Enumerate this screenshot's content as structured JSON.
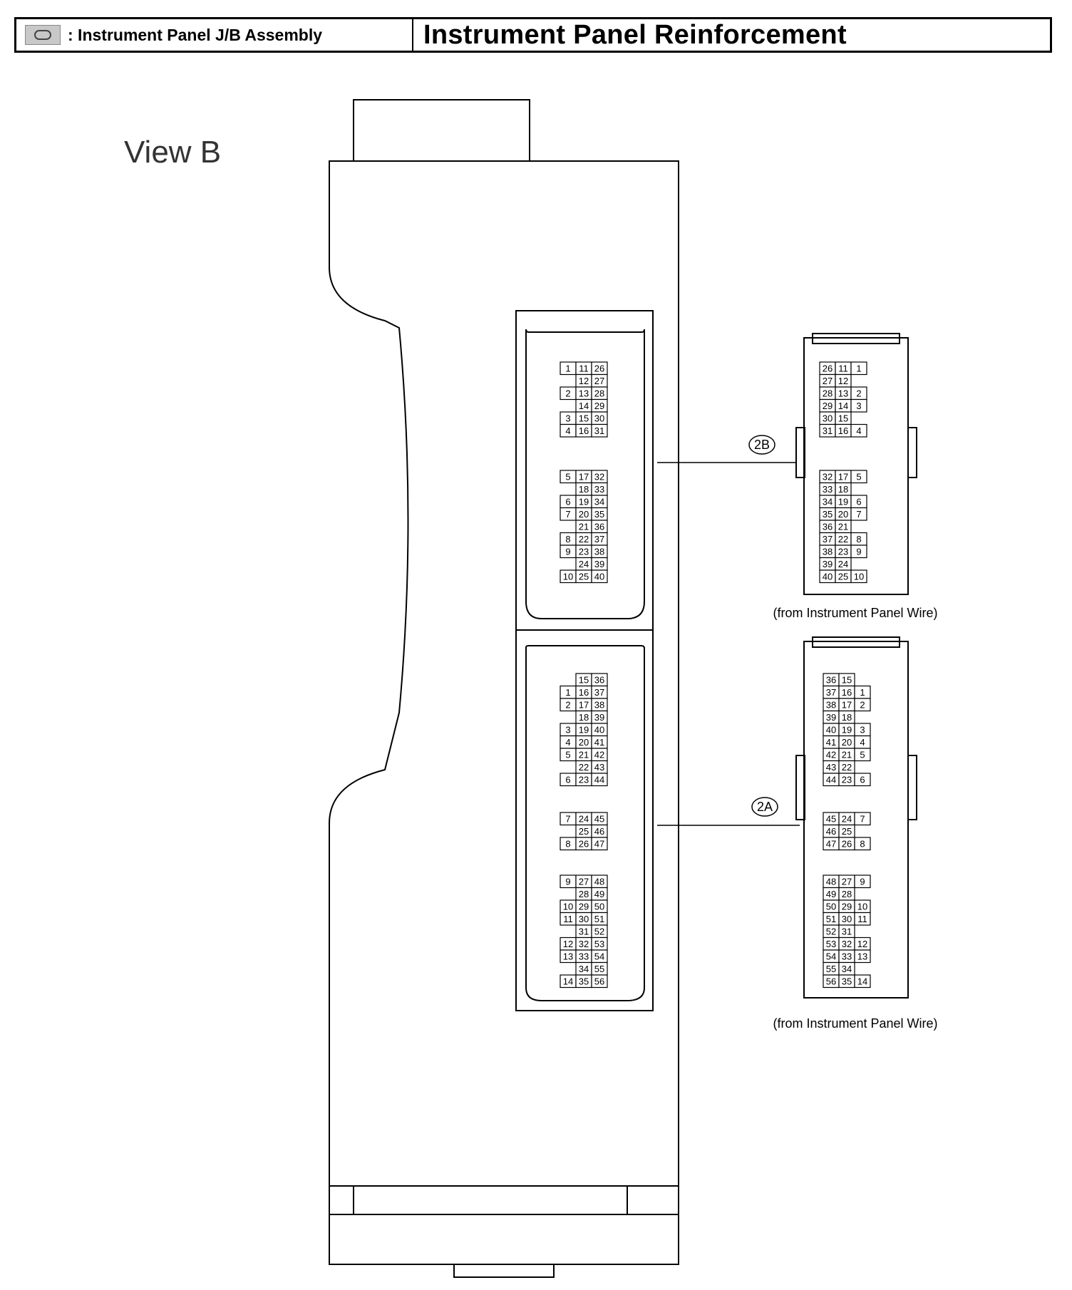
{
  "header": {
    "legend_symbol": "junction-block-symbol",
    "legend_label": ": Instrument Panel J/B Assembly",
    "title": "Instrument Panel Reinforcement"
  },
  "view_label": "View B",
  "connectors": [
    {
      "id": "2B",
      "code": "2B",
      "source_note": "(from Instrument Panel Wire)",
      "jb_groups": [
        {
          "rows": [
            [
              "1",
              "11",
              "26"
            ],
            [
              "",
              "12",
              "27"
            ],
            [
              "2",
              "13",
              "28"
            ],
            [
              "",
              "14",
              "29"
            ],
            [
              "3",
              "15",
              "30"
            ],
            [
              "4",
              "16",
              "31"
            ]
          ]
        },
        {
          "rows": [
            [
              "5",
              "17",
              "32"
            ],
            [
              "",
              "18",
              "33"
            ],
            [
              "6",
              "19",
              "34"
            ],
            [
              "7",
              "20",
              "35"
            ],
            [
              "",
              "21",
              "36"
            ],
            [
              "8",
              "22",
              "37"
            ],
            [
              "9",
              "23",
              "38"
            ],
            [
              "",
              "24",
              "39"
            ],
            [
              "10",
              "25",
              "40"
            ]
          ]
        }
      ],
      "wire_groups": [
        {
          "rows": [
            [
              "26",
              "11",
              "1"
            ],
            [
              "27",
              "12",
              ""
            ],
            [
              "28",
              "13",
              "2"
            ],
            [
              "29",
              "14",
              "3"
            ],
            [
              "30",
              "15",
              ""
            ],
            [
              "31",
              "16",
              "4"
            ]
          ]
        },
        {
          "rows": [
            [
              "32",
              "17",
              "5"
            ],
            [
              "33",
              "18",
              ""
            ],
            [
              "34",
              "19",
              "6"
            ],
            [
              "35",
              "20",
              "7"
            ],
            [
              "36",
              "21",
              ""
            ],
            [
              "37",
              "22",
              "8"
            ],
            [
              "38",
              "23",
              "9"
            ],
            [
              "39",
              "24",
              ""
            ],
            [
              "40",
              "25",
              "10"
            ]
          ]
        }
      ]
    },
    {
      "id": "2A",
      "code": "2A",
      "source_note": "(from Instrument Panel Wire)",
      "jb_groups": [
        {
          "rows": [
            [
              "",
              "15",
              "36"
            ],
            [
              "1",
              "16",
              "37"
            ],
            [
              "2",
              "17",
              "38"
            ],
            [
              "",
              "18",
              "39"
            ],
            [
              "3",
              "19",
              "40"
            ],
            [
              "4",
              "20",
              "41"
            ],
            [
              "5",
              "21",
              "42"
            ],
            [
              "",
              "22",
              "43"
            ],
            [
              "6",
              "23",
              "44"
            ]
          ]
        },
        {
          "rows": [
            [
              "7",
              "24",
              "45"
            ],
            [
              "",
              "25",
              "46"
            ],
            [
              "8",
              "26",
              "47"
            ]
          ]
        },
        {
          "rows": [
            [
              "9",
              "27",
              "48"
            ],
            [
              "",
              "28",
              "49"
            ],
            [
              "10",
              "29",
              "50"
            ],
            [
              "11",
              "30",
              "51"
            ],
            [
              "",
              "31",
              "52"
            ],
            [
              "12",
              "32",
              "53"
            ],
            [
              "13",
              "33",
              "54"
            ],
            [
              "",
              "34",
              "55"
            ],
            [
              "14",
              "35",
              "56"
            ]
          ]
        }
      ],
      "wire_groups": [
        {
          "rows": [
            [
              "36",
              "15",
              ""
            ],
            [
              "37",
              "16",
              "1"
            ],
            [
              "38",
              "17",
              "2"
            ],
            [
              "39",
              "18",
              ""
            ],
            [
              "40",
              "19",
              "3"
            ],
            [
              "41",
              "20",
              "4"
            ],
            [
              "42",
              "21",
              "5"
            ],
            [
              "43",
              "22",
              ""
            ],
            [
              "44",
              "23",
              "6"
            ]
          ]
        },
        {
          "rows": [
            [
              "45",
              "24",
              "7"
            ],
            [
              "46",
              "25",
              ""
            ],
            [
              "47",
              "26",
              "8"
            ]
          ]
        },
        {
          "rows": [
            [
              "48",
              "27",
              "9"
            ],
            [
              "49",
              "28",
              ""
            ],
            [
              "50",
              "29",
              "10"
            ],
            [
              "51",
              "30",
              "11"
            ],
            [
              "52",
              "31",
              ""
            ],
            [
              "53",
              "32",
              "12"
            ],
            [
              "54",
              "33",
              "13"
            ],
            [
              "55",
              "34",
              ""
            ],
            [
              "56",
              "35",
              "14"
            ]
          ]
        }
      ]
    }
  ]
}
